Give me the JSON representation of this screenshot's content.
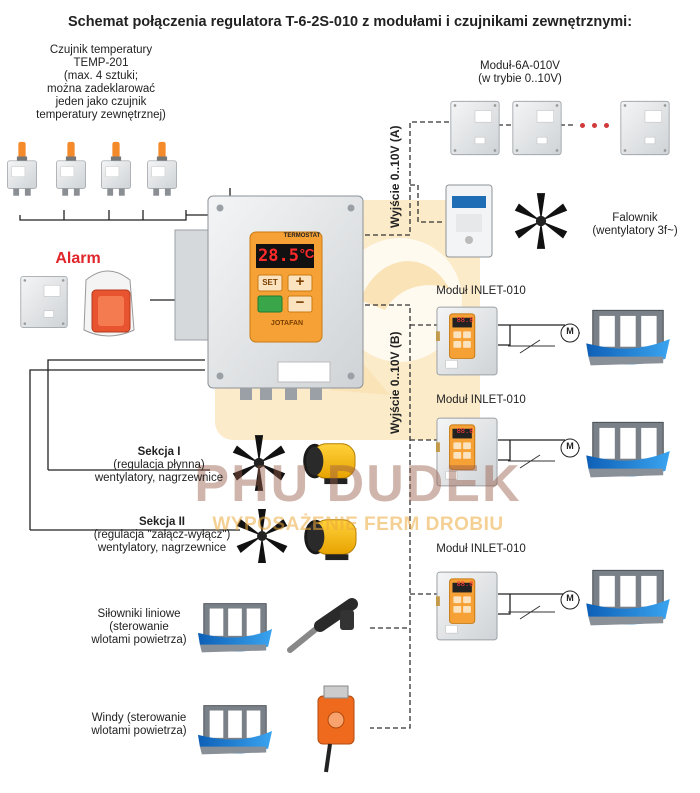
{
  "title": "Schemat połączenia regulatora T-6-2S-010 z modułami i czujnikami zewnętrznymi:",
  "sensors": {
    "label_lines": [
      "Czujnik temperatury",
      "TEMP-201",
      "(max. 4 sztuki;",
      "można zadeklarować",
      "jeden jako czujnik",
      "temperatury zewnętrznej)"
    ]
  },
  "alarm": {
    "label": "Alarm"
  },
  "controller": {
    "display_value": "28.5",
    "unit": "°C",
    "set_key": "SET",
    "plus_key": "+",
    "minus_key": "−",
    "brand": "JOTAFAN",
    "model_label": "TERMOSTAT"
  },
  "output_a": {
    "label": "Wyjście 0..10V (A)"
  },
  "output_b": {
    "label": "Wyjście 0..10V (B)"
  },
  "module_6a": {
    "label_lines": [
      "Moduł-6A-010V",
      "(w trybie 0..10V)"
    ]
  },
  "inverter": {
    "label_lines": [
      "Falownik",
      "(wentylatory 3f~)"
    ]
  },
  "inlet_modules": [
    {
      "label": "Moduł INLET-010",
      "display": "88.8"
    },
    {
      "label": "Moduł INLET-010",
      "display": "88.8"
    },
    {
      "label": "Moduł INLET-010",
      "display": "88.8"
    }
  ],
  "motor_symbol": "M",
  "sections": [
    {
      "title": "Sekcja I",
      "lines": [
        "(regulacja płynna)",
        "wentylatory, nagrzewnice"
      ]
    },
    {
      "title": "Sekcja II",
      "lines": [
        "(regulacja \"załącz-wyłącz\")",
        "wentylatory, nagrzewnice"
      ]
    }
  ],
  "actuators": {
    "label_lines": [
      "Siłowniki liniowe",
      "(sterowanie",
      "wlotami powietrza)"
    ]
  },
  "winches": {
    "label_lines": [
      "Windy (sterowanie",
      "wlotami powietrza)"
    ]
  },
  "watermark": {
    "name": "PHU DUDEK",
    "tagline": "WYPOSAŻENIE FERM DROBIU"
  },
  "colors": {
    "accent_orange": "#f29a2e",
    "wire": "#222222",
    "dashed_wire": "#333333",
    "box_gray": "#e6e8ea",
    "water_blue": "#1f7fd6",
    "alarm_red": "#e0262b",
    "watermark_brown": "#965a46"
  }
}
